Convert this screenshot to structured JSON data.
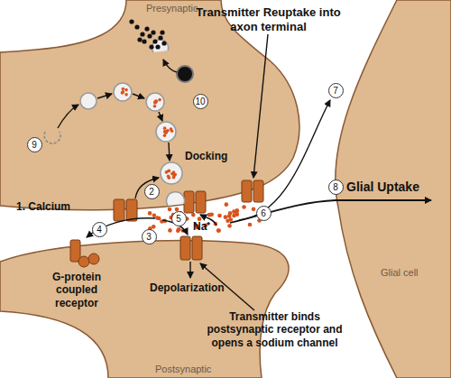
{
  "diagram": {
    "nodes": [
      {
        "text": [
          "Presynaptic"
        ]
      },
      {
        "text": [
          "Postsynaptic"
        ]
      },
      {
        "text": [
          "Glial cell"
        ]
      }
    ],
    "labels": [
      "Transmitter Reuptake into axon terminal",
      "Docking",
      "1. Calcium",
      "2",
      "3",
      "4",
      "5",
      "6",
      "7",
      "8",
      "Glial Uptake",
      "9",
      "10",
      "Na⁺",
      "G-protein coupled receptor",
      "Depolarization",
      "Transmitter binds postsynaptic receptor and opens a sodium channel"
    ]
  }
}
